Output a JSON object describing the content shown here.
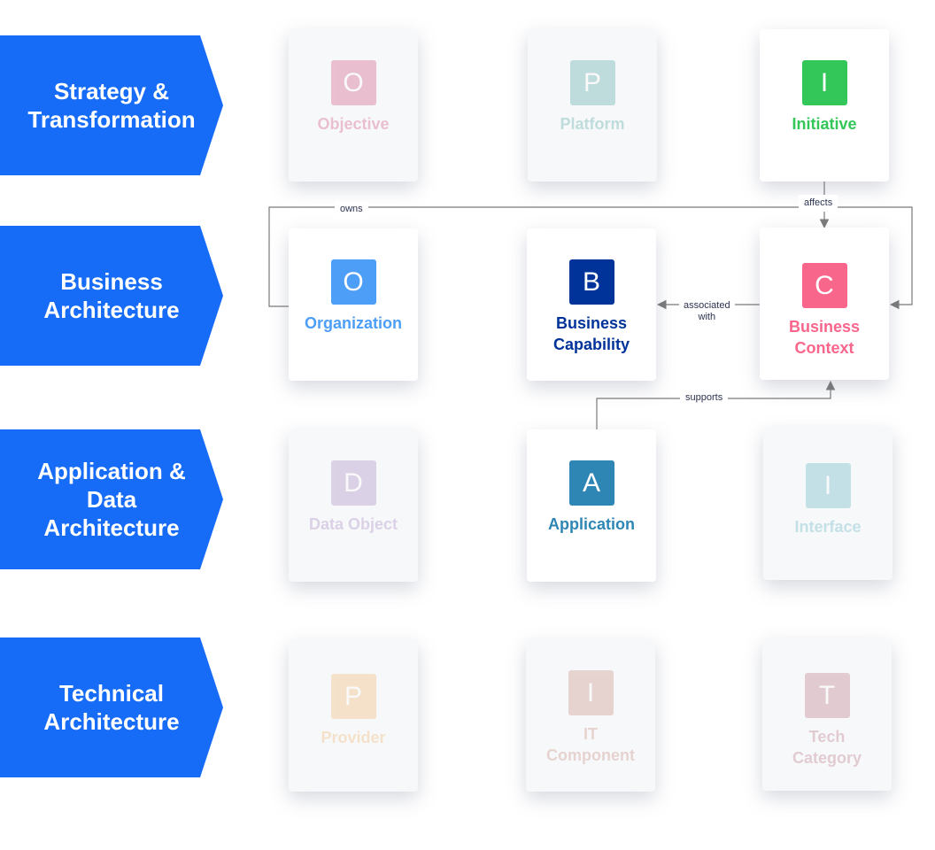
{
  "layers": [
    {
      "id": "strategy",
      "label": "Strategy &\nTransformation"
    },
    {
      "id": "business",
      "label": "Business\nArchitecture"
    },
    {
      "id": "appdata",
      "label": "Application &\nData\nArchitecture"
    },
    {
      "id": "technical",
      "label": "Technical\nArchitecture"
    }
  ],
  "cards": [
    {
      "id": "objective",
      "letter": "O",
      "label": "Objective",
      "color": "#c2185b",
      "active": false
    },
    {
      "id": "platform",
      "letter": "P",
      "label": "Platform",
      "color": "#1a8a84",
      "active": false
    },
    {
      "id": "initiative",
      "letter": "I",
      "label": "Initiative",
      "color": "#33c759",
      "active": true
    },
    {
      "id": "organization",
      "letter": "O",
      "label": "Organization",
      "color": "#4d9ef7",
      "active": true
    },
    {
      "id": "business-capability",
      "letter": "B",
      "label": "Business\nCapability",
      "color": "#003399",
      "active": true
    },
    {
      "id": "business-context",
      "letter": "C",
      "label": "Business\nContext",
      "color": "#f9668b",
      "active": true
    },
    {
      "id": "data-object",
      "letter": "D",
      "label": "Data Object",
      "color": "#8a5fb0",
      "active": false
    },
    {
      "id": "application",
      "letter": "A",
      "label": "Application",
      "color": "#2e86b5",
      "active": true
    },
    {
      "id": "interface",
      "letter": "I",
      "label": "Interface",
      "color": "#2a9db2",
      "active": false
    },
    {
      "id": "provider",
      "letter": "P",
      "label": "Provider",
      "color": "#f0a040",
      "active": false
    },
    {
      "id": "it-component",
      "letter": "I",
      "label": "IT\nComponent",
      "color": "#b5675a",
      "active": false
    },
    {
      "id": "tech-category",
      "letter": "T",
      "label": "Tech\nCategory",
      "color": "#a3485f",
      "active": false
    }
  ],
  "relations": [
    {
      "from": "organization",
      "to": "business-context",
      "label": "owns"
    },
    {
      "from": "initiative",
      "to": "business-context",
      "label": "affects"
    },
    {
      "from": "business-context",
      "to": "business-capability",
      "label": "associated\nwith"
    },
    {
      "from": "application",
      "to": "business-context",
      "label": "supports"
    }
  ],
  "edge_color": "#7a7a7a"
}
